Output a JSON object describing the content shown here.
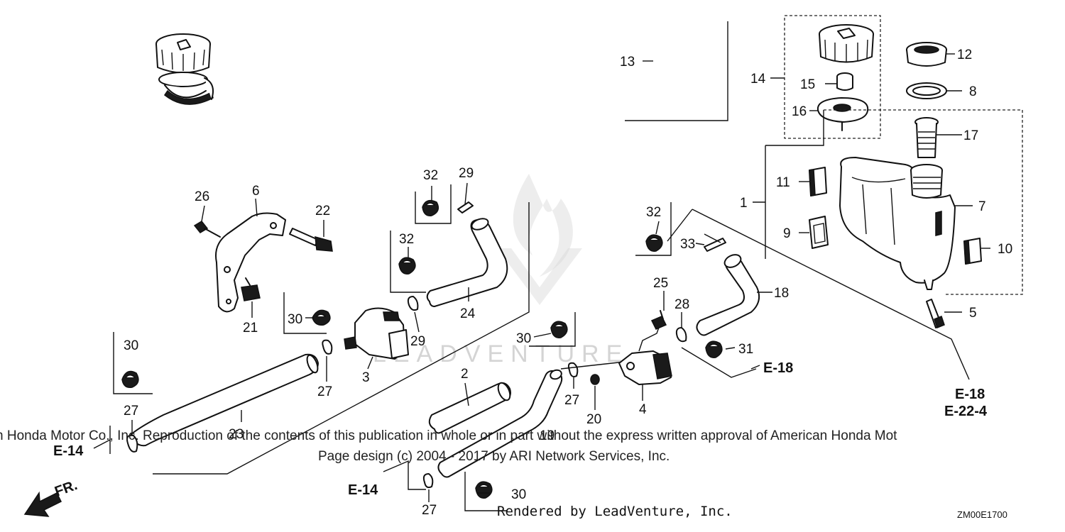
{
  "callouts": {
    "c1": "1",
    "c2": "2",
    "c3": "3",
    "c4": "4",
    "c5": "5",
    "c6": "6",
    "c7": "7",
    "c8": "8",
    "c9": "9",
    "c10": "10",
    "c11": "11",
    "c12": "12",
    "c13": "13",
    "c14": "14",
    "c15": "15",
    "c16": "16",
    "c17": "17",
    "c18": "18",
    "c19": "19",
    "c20": "20",
    "c21": "21",
    "c22": "22",
    "c23": "23",
    "c24": "24",
    "c25": "25",
    "c26": "26",
    "c27a": "27",
    "c27b": "27",
    "c27c": "27",
    "c27d": "27",
    "c28": "28",
    "c29a": "29",
    "c29b": "29",
    "c30a": "30",
    "c30b": "30",
    "c30c": "30",
    "c30d": "30",
    "c31": "31",
    "c32a": "32",
    "c32b": "32",
    "c32c": "32",
    "c33": "33"
  },
  "refs": {
    "e18_right": "E-18",
    "e18_bottom": "E-18",
    "e224": "E-22-4",
    "e14_left": "E-14",
    "e14_bottom": "E-14"
  },
  "direction_label": "FR.",
  "watermark": "LEADVENTURE",
  "copyright_line1": "n Honda Motor Co., Inc. Reproduction of the contents of this publication in whole or in part without the express written approval of American Honda Mot",
  "copyright_line2": "Page design (c) 2004 - 2017 by ARI Network Services, Inc.",
  "rendered_by": "Rendered by LeadVenture, Inc.",
  "diagram_code": "ZM00E1700"
}
